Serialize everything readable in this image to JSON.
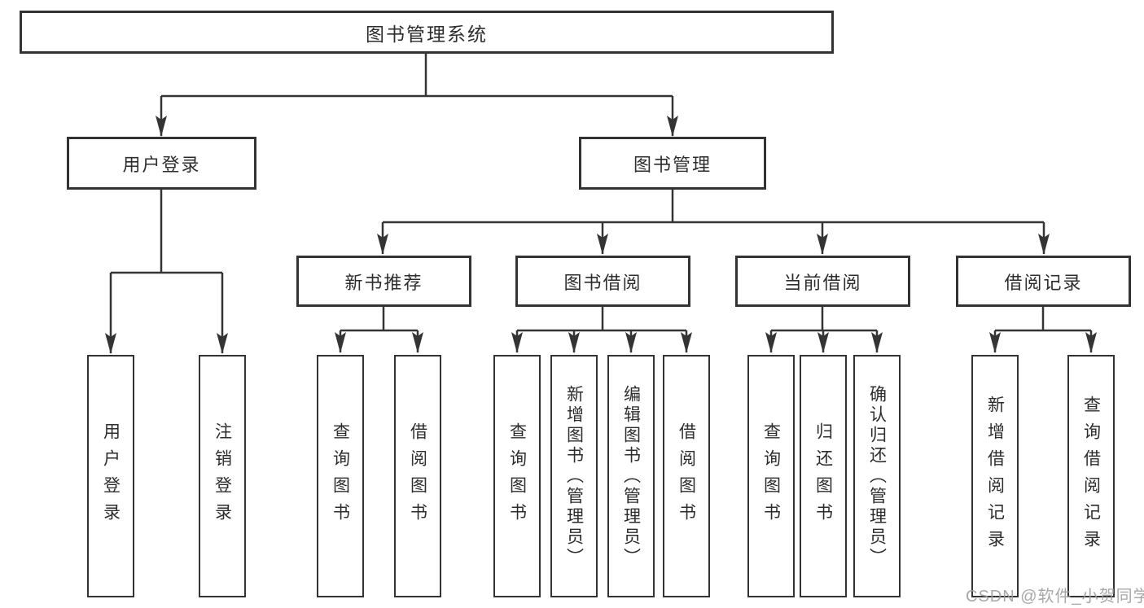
{
  "tree": {
    "label": "图书管理系统",
    "children": [
      {
        "label": "用户登录",
        "children": [
          {
            "label": "用户登录"
          },
          {
            "label": "注销登录"
          }
        ]
      },
      {
        "label": "图书管理",
        "children": [
          {
            "label": "新书推荐",
            "children": [
              {
                "label": "查询图书"
              },
              {
                "label": "借阅图书"
              }
            ]
          },
          {
            "label": "图书借阅",
            "children": [
              {
                "label": "查询图书"
              },
              {
                "label": "新增图书（管理员）"
              },
              {
                "label": "编辑图书（管理员）"
              },
              {
                "label": "借阅图书"
              }
            ]
          },
          {
            "label": "当前借阅",
            "children": [
              {
                "label": "查询图书"
              },
              {
                "label": "归还图书"
              },
              {
                "label": "确认归还（管理员）"
              }
            ]
          },
          {
            "label": "借阅记录",
            "children": [
              {
                "label": "新增借阅记录"
              },
              {
                "label": "查询借阅记录"
              }
            ]
          }
        ]
      }
    ]
  },
  "watermark": {
    "text": "CSDN @软件_小贺同学"
  },
  "colors": {
    "line": "#343434",
    "box_border": "#333333",
    "text": "#2d2d2d",
    "watermark": "#9e9e9e",
    "background": "#ffffff"
  }
}
